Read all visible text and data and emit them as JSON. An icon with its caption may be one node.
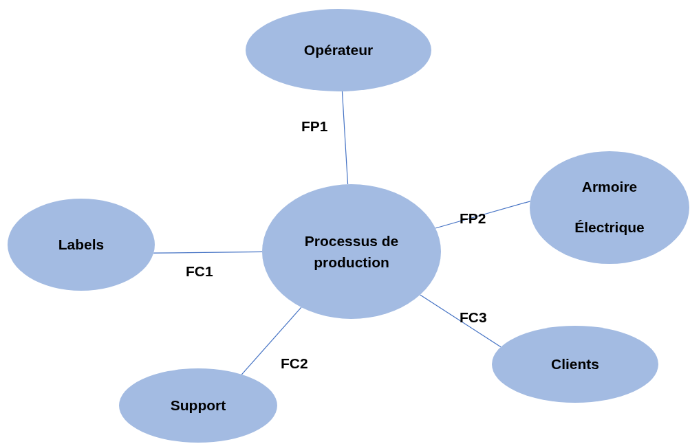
{
  "diagram": {
    "nodes": [
      {
        "text": [
          "Opérateur"
        ]
      },
      {
        "text": [
          "Labels"
        ]
      },
      {
        "text": [
          "Processus de production"
        ]
      },
      {
        "text": [
          "Armoire Électrique"
        ]
      },
      {
        "text": [
          "Clients"
        ]
      },
      {
        "text": [
          "Support"
        ]
      }
    ],
    "edges": [
      {
        "from": 0,
        "to": 2,
        "arrow": "none",
        "label": "FP1"
      },
      {
        "from": 2,
        "to": 3,
        "arrow": "none",
        "label": "FP2"
      },
      {
        "from": 1,
        "to": 2,
        "arrow": "none",
        "label": "FC1"
      },
      {
        "from": 2,
        "to": 5,
        "arrow": "none",
        "label": "FC2"
      },
      {
        "from": 2,
        "to": 4,
        "arrow": "none",
        "label": "FC3"
      }
    ]
  }
}
